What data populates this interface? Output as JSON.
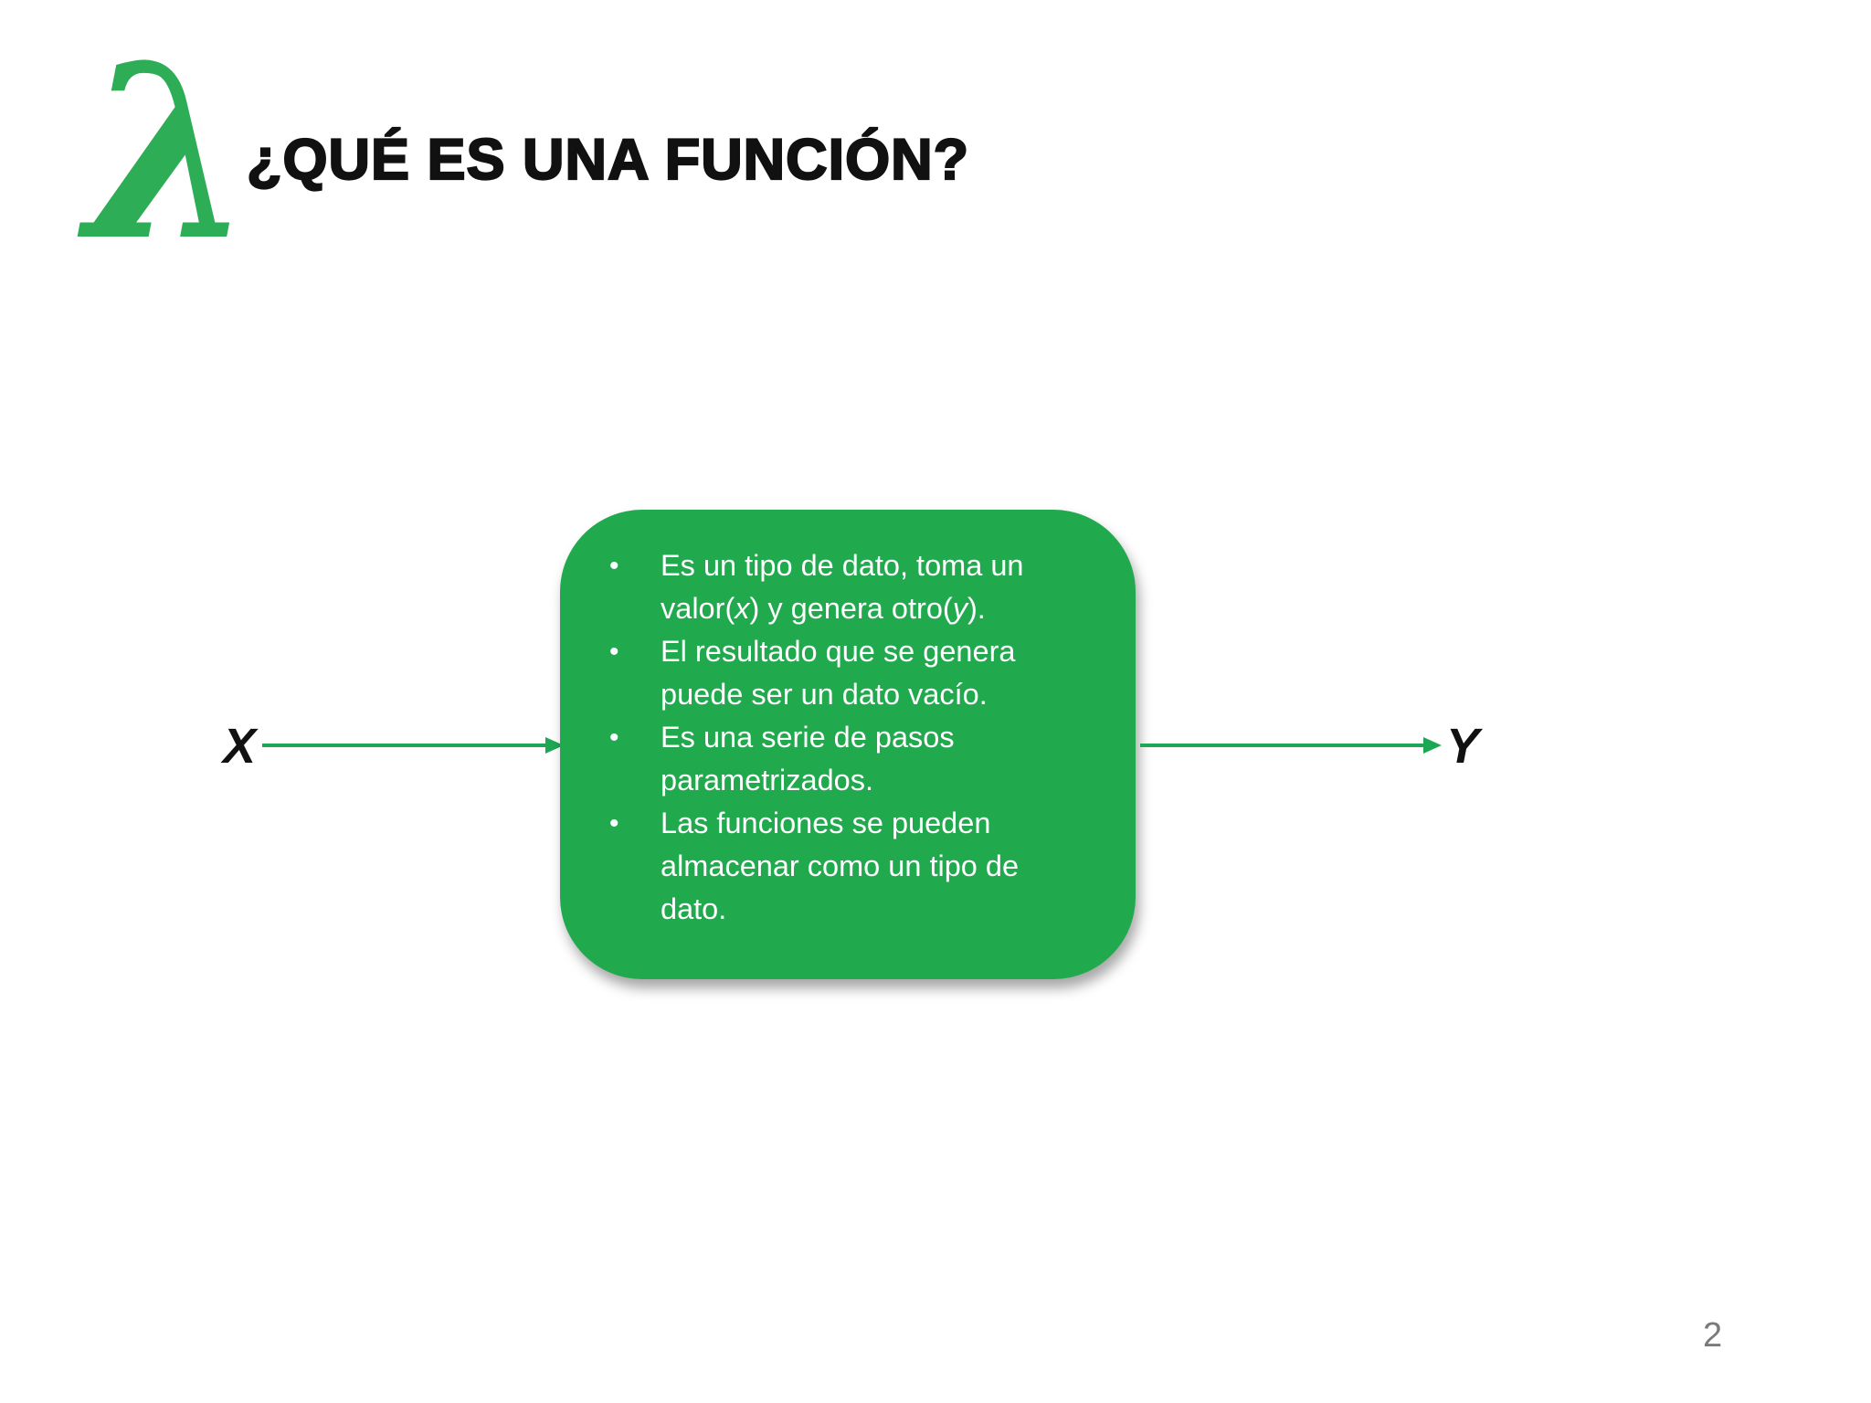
{
  "slide": {
    "title": "¿QUÉ ES UNA FUNCIÓN?",
    "logo_glyph": "λ",
    "page_number": "2"
  },
  "diagram": {
    "input_label": "X",
    "output_label": "Y",
    "box": {
      "bullets": [
        {
          "segments": [
            {
              "text": "Es un tipo de dato, toma un valor("
            },
            {
              "text": "x",
              "italic": true
            },
            {
              "text": ") y genera otro("
            },
            {
              "text": "y",
              "italic": true
            },
            {
              "text": ")."
            }
          ]
        },
        {
          "segments": [
            {
              "text": "El resultado que se genera puede ser un dato vacío."
            }
          ]
        },
        {
          "segments": [
            {
              "text": "Es una serie de pasos parametrizados."
            }
          ]
        },
        {
          "segments": [
            {
              "text": "Las funciones se pueden almacenar como un tipo de dato."
            }
          ]
        }
      ]
    }
  },
  "colors": {
    "box_green": "#21A94E",
    "lambda_green": "#2EAD57",
    "arrow_green": "#1CA853",
    "title_black": "#111111",
    "bullet_text_white": "#FFFFFF",
    "page_number_gray": "#7A7A7A"
  }
}
